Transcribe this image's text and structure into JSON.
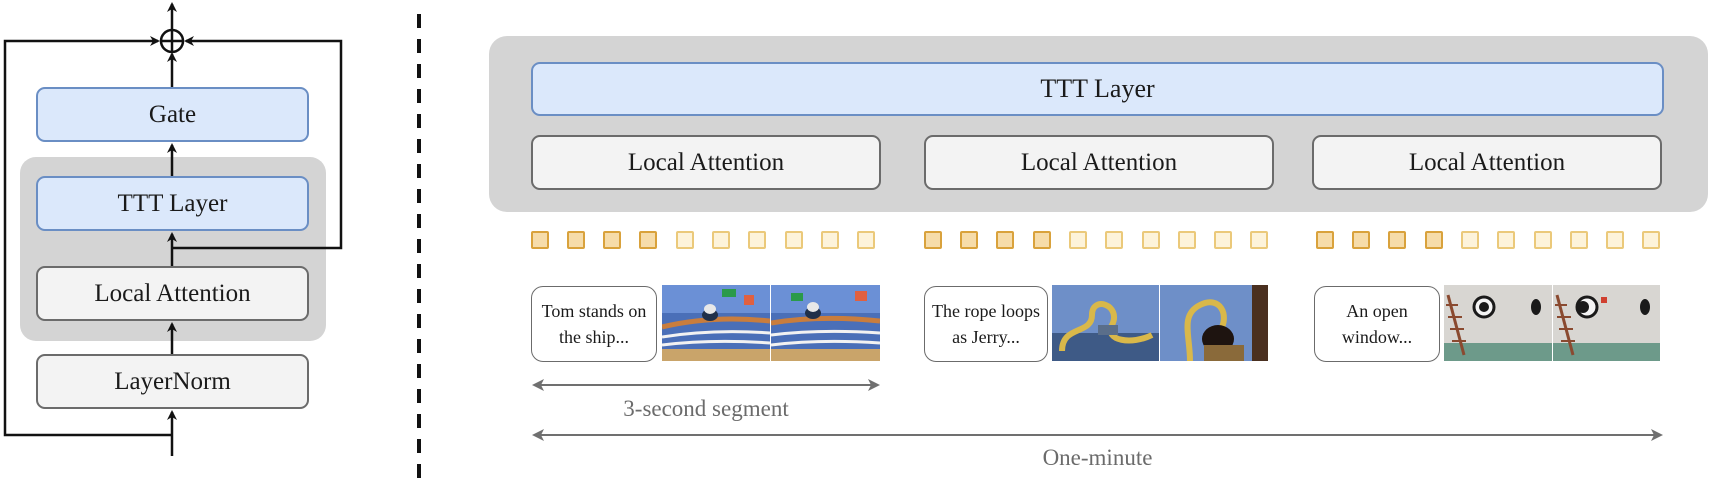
{
  "left_block": {
    "gate": "Gate",
    "ttt_layer": "TTT Layer",
    "local_attention": "Local Attention",
    "layernorm": "LayerNorm",
    "residual_symbol": "⊕"
  },
  "right_block": {
    "ttt_layer": "TTT Layer",
    "local_attention_labels": [
      "Local Attention",
      "Local Attention",
      "Local Attention"
    ],
    "captions": [
      "Tom stands on the ship...",
      "The rope loops as Jerry...",
      "An open window..."
    ],
    "segment_label": "3-second segment",
    "total_label": "One-minute"
  },
  "colors": {
    "blue_fill": "#dbe8fb",
    "blue_border": "#6a8ec4",
    "panel_gray": "#d4d4d4",
    "token_dark": "#f6dcaa",
    "token_light": "#fdf3da"
  }
}
